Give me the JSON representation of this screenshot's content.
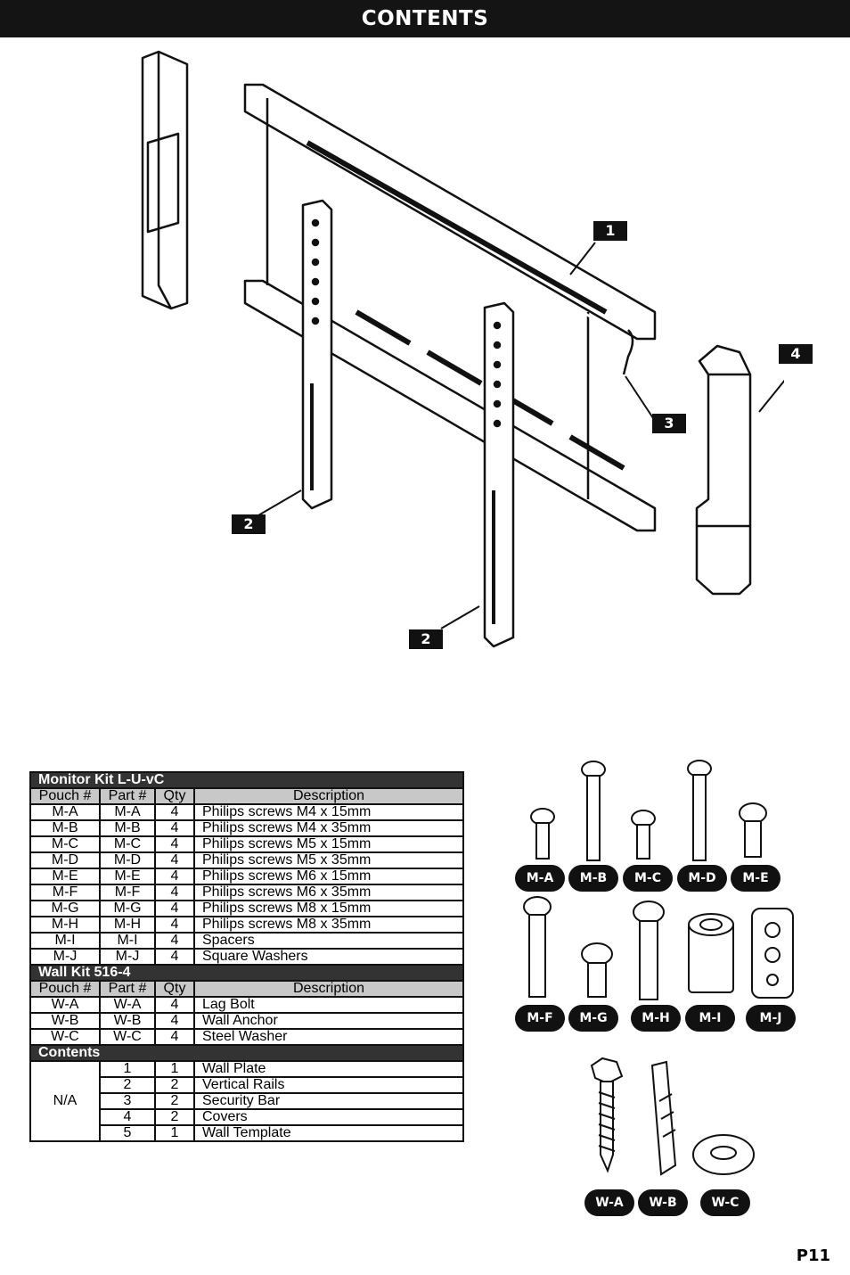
{
  "header": {
    "title": "CONTENTS"
  },
  "diagram": {
    "callouts": [
      "1",
      "2",
      "2",
      "3",
      "4"
    ]
  },
  "table": {
    "sections": [
      {
        "title": "Monitor Kit L-U-vC",
        "columns": [
          "Pouch #",
          "Part #",
          "Qty",
          "Description"
        ],
        "rows": [
          [
            "M-A",
            "M-A",
            "4",
            "Philips screws M4 x 15mm"
          ],
          [
            "M-B",
            "M-B",
            "4",
            "Philips screws M4 x 35mm"
          ],
          [
            "M-C",
            "M-C",
            "4",
            "Philips screws M5 x 15mm"
          ],
          [
            "M-D",
            "M-D",
            "4",
            "Philips screws M5 x 35mm"
          ],
          [
            "M-E",
            "M-E",
            "4",
            "Philips screws M6 x 15mm"
          ],
          [
            "M-F",
            "M-F",
            "4",
            "Philips screws M6 x 35mm"
          ],
          [
            "M-G",
            "M-G",
            "4",
            "Philips screws M8 x 15mm"
          ],
          [
            "M-H",
            "M-H",
            "4",
            "Philips screws M8 x 35mm"
          ],
          [
            "M-I",
            "M-I",
            "4",
            "Spacers"
          ],
          [
            "M-J",
            "M-J",
            "4",
            "Square Washers"
          ]
        ]
      },
      {
        "title": "Wall Kit 516-4",
        "columns": [
          "Pouch #",
          "Part #",
          "Qty",
          "Description"
        ],
        "rows": [
          [
            "W-A",
            "W-A",
            "4",
            "Lag Bolt"
          ],
          [
            "W-B",
            "W-B",
            "4",
            "Wall Anchor"
          ],
          [
            "W-C",
            "W-C",
            "4",
            "Steel Washer"
          ]
        ]
      },
      {
        "title": "Contents",
        "pouch": "N/A",
        "rows": [
          [
            "1",
            "1",
            "Wall Plate"
          ],
          [
            "2",
            "2",
            "Vertical Rails"
          ],
          [
            "3",
            "2",
            "Security Bar"
          ],
          [
            "4",
            "2",
            "Covers"
          ],
          [
            "5",
            "1",
            "Wall Template"
          ]
        ]
      }
    ]
  },
  "hardware": {
    "labels": [
      "M-A",
      "M-B",
      "M-C",
      "M-D",
      "M-E",
      "M-F",
      "M-G",
      "M-H",
      "M-I",
      "M-J",
      "W-A",
      "W-B",
      "W-C"
    ]
  },
  "footer": {
    "page": "P11"
  }
}
